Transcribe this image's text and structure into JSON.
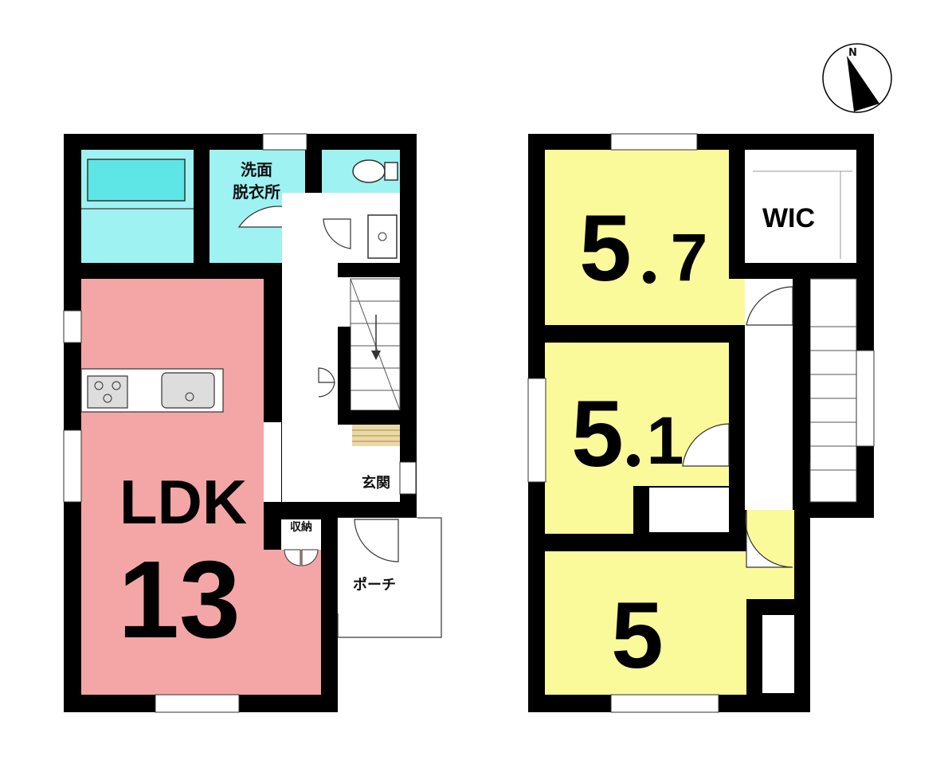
{
  "colors": {
    "wall": "#000000",
    "ldk": "#f4a6a6",
    "wet": "#9ef2f2",
    "bedroom": "#fafa9a",
    "floor": "#ffffff",
    "stair": "#e9d9a8"
  },
  "compass": {
    "north_label": "N"
  },
  "floor1": {
    "bath_icon": "bathtub-icon",
    "toilet_icon": "toilet-icon",
    "washroom_label_line1": "洗面",
    "washroom_label_line2": "脱衣所",
    "ldk_label": "LDK",
    "ldk_size": "13",
    "storage_label": "収納",
    "entrance_label": "玄関",
    "porch_label": "ポーチ"
  },
  "floor2": {
    "room_a_size_int": "5",
    "room_a_size_dec": "7",
    "wic_label": "WIC",
    "room_b_size_int": "5",
    "room_b_size_dec": "1",
    "room_c_size": "5"
  }
}
